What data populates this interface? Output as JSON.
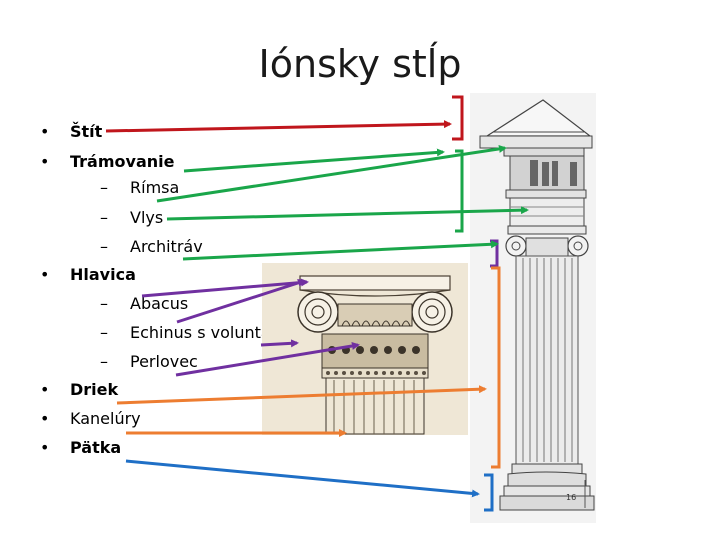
{
  "title": "Iónsky stĺp",
  "outline": [
    {
      "text": "Štít",
      "level": 1,
      "bold": true
    },
    {
      "text": "Trámovanie",
      "level": 1,
      "bold": true
    },
    {
      "text": "Rímsa",
      "level": 2,
      "bold": false
    },
    {
      "text": "Vlys",
      "level": 2,
      "bold": false
    },
    {
      "text": "Architráv",
      "level": 2,
      "bold": false
    },
    {
      "text": "Hlavica",
      "level": 1,
      "bold": true
    },
    {
      "text": "Abacus",
      "level": 2,
      "bold": false
    },
    {
      "text": "Echinus s voluntami",
      "level": 2,
      "bold": false
    },
    {
      "text": "Perlovec",
      "level": 2,
      "bold": false
    },
    {
      "text": "Driek",
      "level": 1,
      "bold": true
    },
    {
      "text": "Kanelúry",
      "level": 1,
      "bold": false
    },
    {
      "text": "Pätka",
      "level": 1,
      "bold": true
    }
  ],
  "dimension_label": "16",
  "colors": {
    "red": "#c0161c",
    "green": "#1aa64a",
    "purple": "#7030a0",
    "orange": "#ed7d31",
    "blue": "#1f6fc6"
  }
}
